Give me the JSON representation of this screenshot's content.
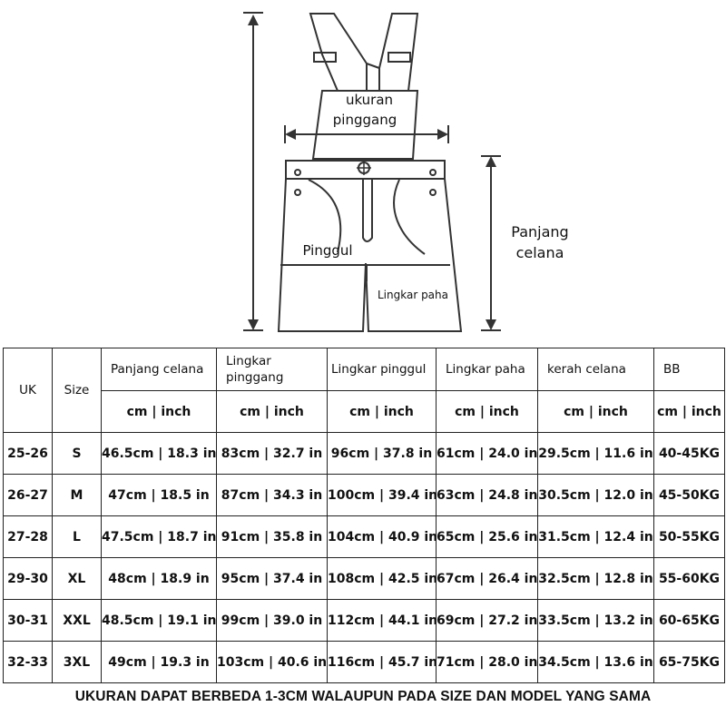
{
  "diagram": {
    "labels": {
      "waist": [
        "ukuran",
        "pinggang"
      ],
      "length": [
        "Panjang",
        "celana"
      ],
      "hip": "Pinggul",
      "thigh": "Lingkar paha"
    }
  },
  "table": {
    "headers": {
      "uk": "UK",
      "size": "Size",
      "columns": [
        "Panjang celana",
        "Lingkar pinggang",
        "Lingkar pinggul",
        "Lingkar paha",
        "kerah celana",
        "BB"
      ],
      "units": [
        "cm | inch",
        "cm | inch",
        "cm | inch",
        "cm | inch",
        "cm | inch",
        "cm | inch"
      ]
    },
    "rows": [
      {
        "uk": "25-26",
        "size": "S",
        "length": "46.5cm | 18.3 in",
        "waist": "83cm | 32.7 in",
        "hip": "96cm | 37.8 in",
        "thigh": "61cm | 24.0 in",
        "rise": "29.5cm | 11.6 in",
        "bb": "40-45KG"
      },
      {
        "uk": "26-27",
        "size": "M",
        "length": "47cm | 18.5 in",
        "waist": "87cm | 34.3 in",
        "hip": "100cm | 39.4 in",
        "thigh": "63cm | 24.8 in",
        "rise": "30.5cm | 12.0 in",
        "bb": "45-50KG"
      },
      {
        "uk": "27-28",
        "size": "L",
        "length": "47.5cm | 18.7 in",
        "waist": "91cm | 35.8 in",
        "hip": "104cm | 40.9 in",
        "thigh": "65cm | 25.6 in",
        "rise": "31.5cm | 12.4 in",
        "bb": "50-55KG"
      },
      {
        "uk": "29-30",
        "size": "XL",
        "length": "48cm | 18.9 in",
        "waist": "95cm | 37.4 in",
        "hip": "108cm | 42.5 in",
        "thigh": "67cm | 26.4 in",
        "rise": "32.5cm | 12.8 in",
        "bb": "55-60KG"
      },
      {
        "uk": "30-31",
        "size": "XXL",
        "length": "48.5cm | 19.1 in",
        "waist": "99cm | 39.0 in",
        "hip": "112cm | 44.1 in",
        "thigh": "69cm | 27.2 in",
        "rise": "33.5cm | 13.2 in",
        "bb": "60-65KG"
      },
      {
        "uk": "32-33",
        "size": "3XL",
        "length": "49cm | 19.3 in",
        "waist": "103cm | 40.6 in",
        "hip": "116cm | 45.7 in",
        "thigh": "71cm | 28.0 in",
        "rise": "34.5cm | 13.6 in",
        "bb": "65-75KG"
      }
    ]
  },
  "note": "UKURAN DAPAT BERBEDA 1-3CM WALAUPUN PADA SIZE DAN MODEL YANG SAMA"
}
